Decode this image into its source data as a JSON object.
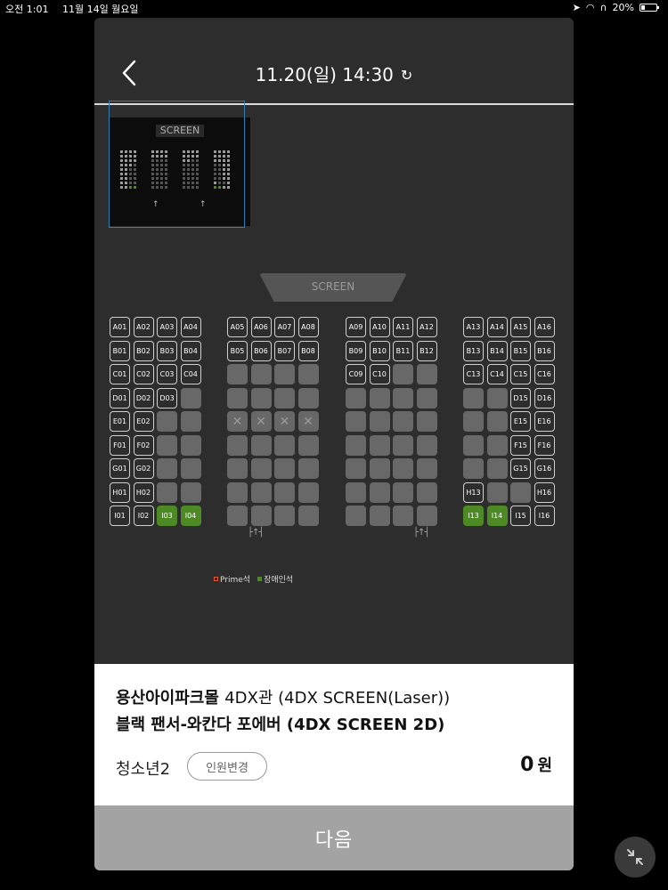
{
  "status": {
    "time": "오전 1:01",
    "date": "11월 14일 월요일",
    "battery": "20%"
  },
  "header": {
    "title": "11.20(일) 14:30"
  },
  "minimap": {
    "screen_label": "SCREEN"
  },
  "screen": {
    "label": "SCREEN"
  },
  "seat_blocks": [
    {
      "rows": [
        [
          "A01",
          "A02",
          "A03",
          "A04"
        ],
        [
          "B01",
          "B02",
          "B03",
          "B04"
        ],
        [
          "C01",
          "C02",
          "C03",
          "C04"
        ],
        [
          "D01",
          "D02",
          "D03",
          "#"
        ],
        [
          "E01",
          "E02",
          "#",
          "#"
        ],
        [
          "F01",
          "F02",
          "#",
          "#"
        ],
        [
          "G01",
          "G02",
          "#",
          "#"
        ],
        [
          "H01",
          "H02",
          "#",
          "#"
        ],
        [
          "I01",
          "I02",
          "I03*",
          "I04*"
        ]
      ]
    },
    {
      "rows": [
        [
          "A05",
          "A06",
          "A07",
          "A08"
        ],
        [
          "B05",
          "B06",
          "B07",
          "B08"
        ],
        [
          "#",
          "#",
          "#",
          "#"
        ],
        [
          "#",
          "#",
          "#",
          "#"
        ],
        [
          "x",
          "x",
          "x",
          "x"
        ],
        [
          "#",
          "#",
          "#",
          "#"
        ],
        [
          "#",
          "#",
          "#",
          "#"
        ],
        [
          "#",
          "#",
          "#",
          "#"
        ],
        [
          "#",
          "#",
          "#",
          "#"
        ]
      ]
    },
    {
      "rows": [
        [
          "A09",
          "A10",
          "A11",
          "A12"
        ],
        [
          "B09",
          "B10",
          "B11",
          "B12"
        ],
        [
          "C09",
          "C10",
          "#",
          "#"
        ],
        [
          "#",
          "#",
          "#",
          "#"
        ],
        [
          "#",
          "#",
          "#",
          "#"
        ],
        [
          "#",
          "#",
          "#",
          "#"
        ],
        [
          "#",
          "#",
          "#",
          "#"
        ],
        [
          "#",
          "#",
          "#",
          "#"
        ],
        [
          "#",
          "#",
          "#",
          "#"
        ]
      ]
    },
    {
      "rows": [
        [
          "A13",
          "A14",
          "A15",
          "A16"
        ],
        [
          "B13",
          "B14",
          "B15",
          "B16"
        ],
        [
          "C13",
          "C14",
          "C15",
          "C16"
        ],
        [
          "#",
          "#",
          "D15",
          "D16"
        ],
        [
          "#",
          "#",
          "E15",
          "E16"
        ],
        [
          "#",
          "#",
          "F15",
          "F16"
        ],
        [
          "#",
          "#",
          "G15",
          "G16"
        ],
        [
          "H13",
          "#",
          "#",
          "H16"
        ],
        [
          "I13*",
          "I14*",
          "I15",
          "I16"
        ]
      ]
    }
  ],
  "legend": {
    "prime": "Prime석",
    "handicap": "장애인석"
  },
  "colors": {
    "handicap": "#4e8a24",
    "prime": "#e05a3a",
    "taken": "#686868"
  },
  "info": {
    "theater": "용산아이파크몰",
    "hall": "4DX관 (4DX SCREEN(Laser))",
    "movie": "블랙 팬서-와칸다 포에버 (4DX SCREEN 2D)",
    "people": "청소년2",
    "change_label": "인원변경",
    "price": "0",
    "price_unit": "원"
  },
  "next_label": "다음"
}
